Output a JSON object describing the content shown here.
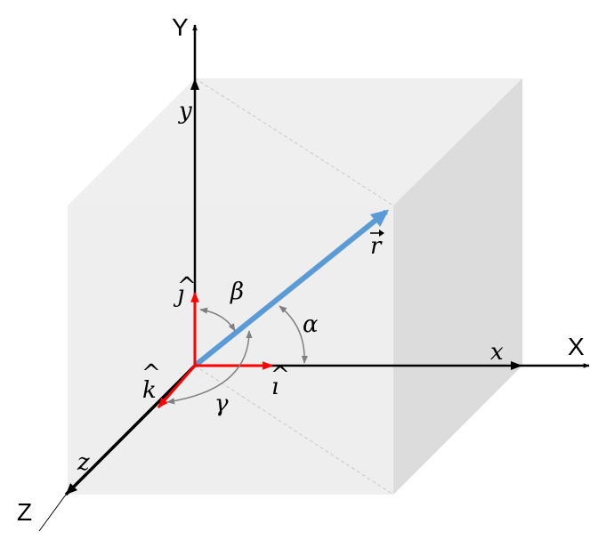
{
  "colors": {
    "cube_top": "#efefef",
    "cube_front": "#eeeeee",
    "cube_side": "#dcdcdc",
    "dashed_edge": "#c8c8c8",
    "axis": "#000000",
    "unit_vector": "#ff0000",
    "position_vector": "#5b9bd5",
    "angle_arc": "#808080"
  },
  "axes": {
    "x_cap": "X",
    "y_cap": "Y",
    "z_cap": "Z",
    "x_label": "x",
    "y_label": "y",
    "z_label": "z"
  },
  "unit_vectors": {
    "i": "ı",
    "j": "ȷ",
    "k": "k"
  },
  "vector": {
    "r": "r"
  },
  "angles": {
    "alpha": "α",
    "beta": "β",
    "gamma": "γ"
  },
  "icons": [
    "right-arrow-icon",
    "hat-icon"
  ]
}
